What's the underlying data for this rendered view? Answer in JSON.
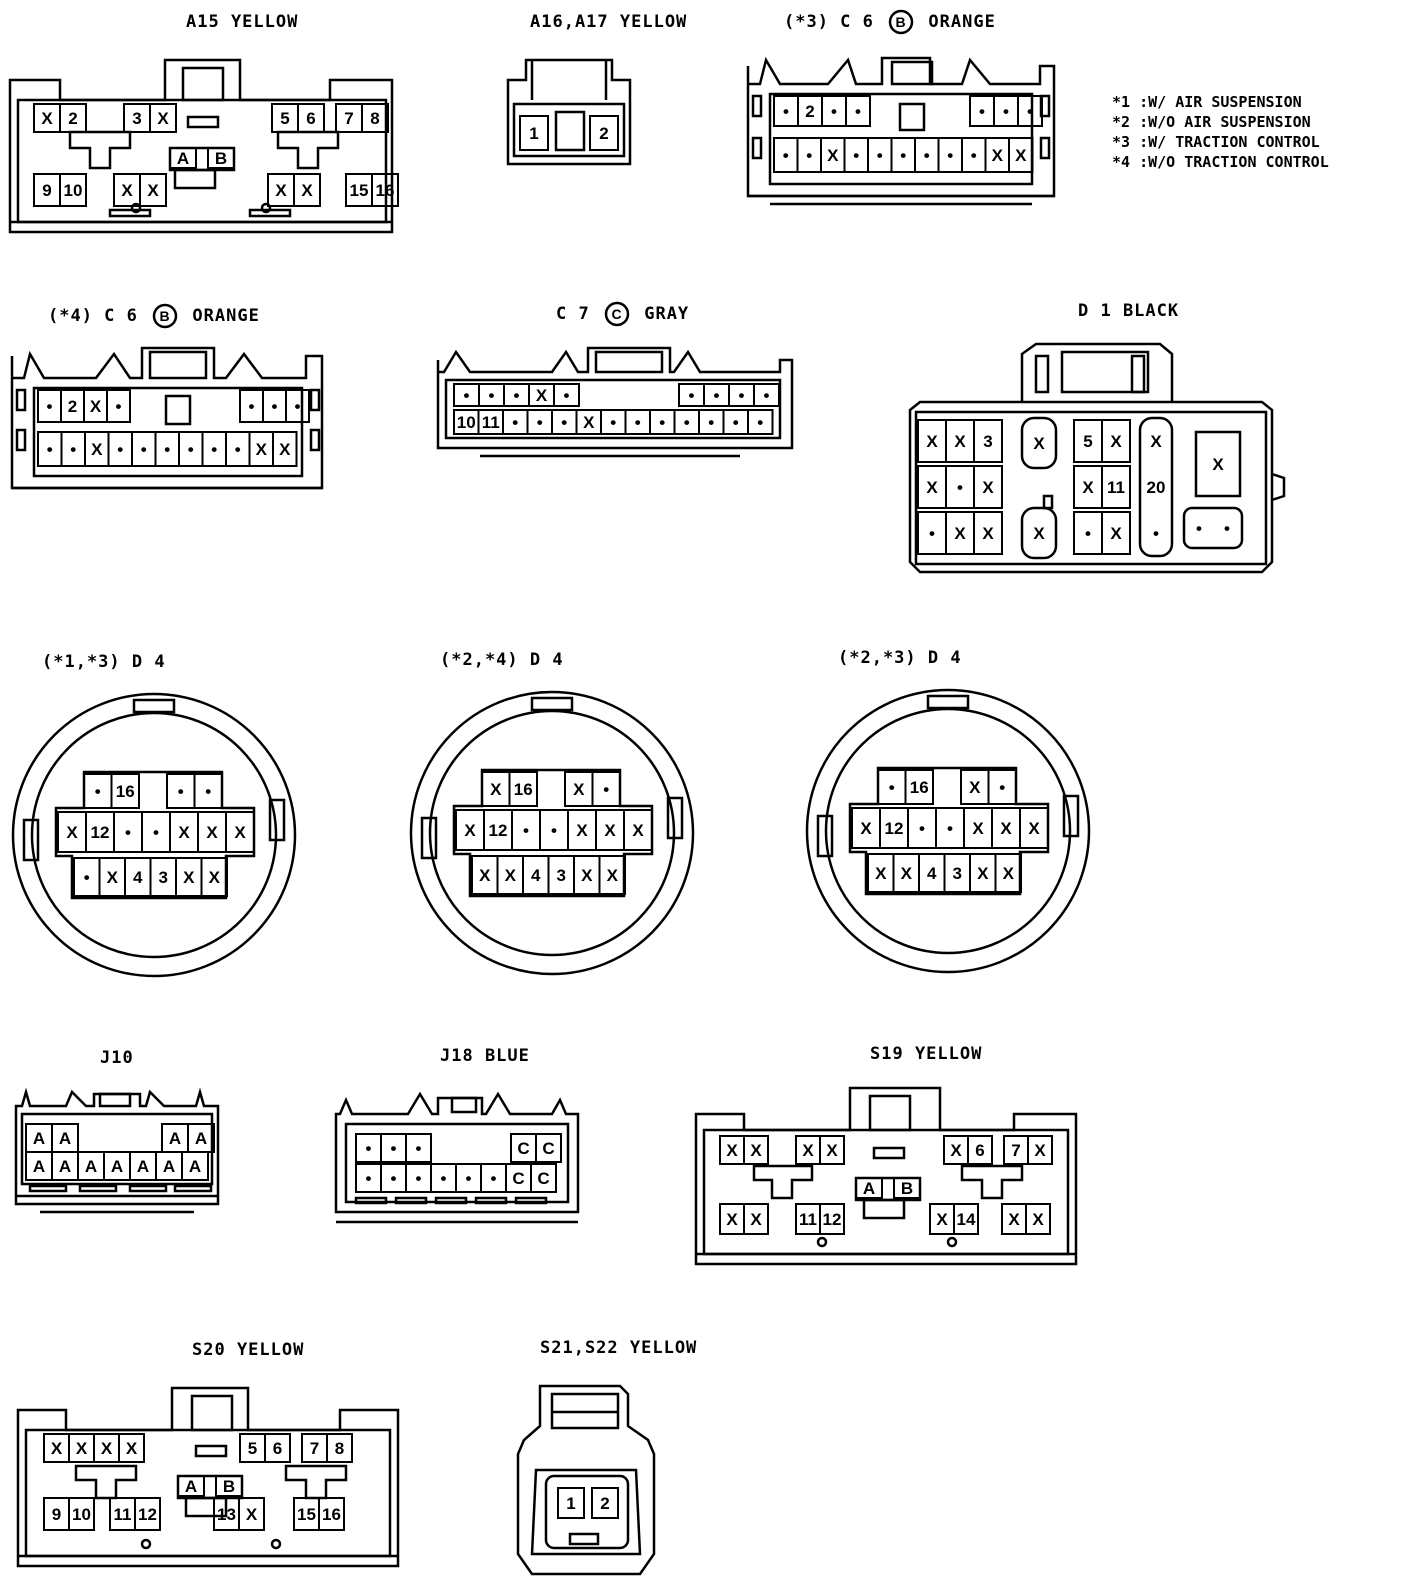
{
  "colors": {
    "line": "#000000",
    "background": "#ffffff"
  },
  "connectors": {
    "a15": {
      "title": "A15 YELLOW",
      "top": [
        "X",
        "2",
        "3",
        "X",
        "5",
        "6",
        "7",
        "8"
      ],
      "mid": [
        "A",
        "B"
      ],
      "bottom": [
        "9",
        "10",
        "X",
        "X",
        "X",
        "X",
        "15",
        "16"
      ]
    },
    "a16": {
      "title": "A16,A17  YELLOW",
      "pins": [
        "1",
        "2"
      ]
    },
    "c6_3": {
      "title_pre": "(*3) C 6",
      "circle": "B",
      "title_post": "ORANGE",
      "row1": [
        "•",
        "2",
        "•",
        "•",
        "•",
        "•",
        "•"
      ],
      "row2": [
        "•",
        "•",
        "X",
        "•",
        "•",
        "•",
        "•",
        "•",
        "•",
        "X",
        "X"
      ]
    },
    "notes": [
      "*1 :W/ AIR SUSPENSION",
      "*2 :W/O AIR SUSPENSION",
      "*3 :W/ TRACTION CONTROL",
      "*4 :W/O TRACTION CONTROL"
    ],
    "c6_4": {
      "title_pre": "(*4) C 6",
      "circle": "B",
      "title_post": "ORANGE",
      "row1": [
        "•",
        "2",
        "X",
        "•",
        "•",
        "•",
        "•"
      ],
      "row2": [
        "•",
        "•",
        "X",
        "•",
        "•",
        "•",
        "•",
        "•",
        "•",
        "X",
        "X"
      ]
    },
    "c7": {
      "title_pre": "C 7",
      "circle": "C",
      "title_post": "GRAY",
      "row1": [
        "•",
        "•",
        "•",
        "X",
        "•",
        "•",
        "•",
        "•",
        "•"
      ],
      "row2": [
        "10",
        "11",
        "•",
        "•",
        "•",
        "X",
        "•",
        "•",
        "•",
        "•",
        "•",
        "•",
        "•"
      ]
    },
    "d1": {
      "title": "D 1  BLACK",
      "left": [
        "X",
        "X",
        "3",
        "X",
        "•",
        "X",
        "•",
        "X",
        "X"
      ],
      "mid": [
        "X",
        "X"
      ],
      "right": [
        "5",
        "X",
        "X",
        "11",
        "•",
        "X"
      ],
      "col": [
        "X",
        "20",
        "•"
      ],
      "side": [
        "X"
      ],
      "pair": [
        "•",
        "•"
      ]
    },
    "d4_13": {
      "title": "(*1,*3) D 4",
      "r1": [
        "•",
        "16",
        "•",
        "•"
      ],
      "r2": [
        "X",
        "12",
        "•",
        "•",
        "X",
        "X",
        "X"
      ],
      "r3": [
        "•",
        "X",
        "4",
        "3",
        "X",
        "X"
      ]
    },
    "d4_24": {
      "title": "(*2,*4) D 4",
      "r1": [
        "X",
        "16",
        "X",
        "•"
      ],
      "r2": [
        "X",
        "12",
        "•",
        "•",
        "X",
        "X",
        "X"
      ],
      "r3": [
        "X",
        "X",
        "4",
        "3",
        "X",
        "X"
      ]
    },
    "d4_23": {
      "title": "(*2,*3) D 4",
      "r1": [
        "•",
        "16",
        "X",
        "•"
      ],
      "r2": [
        "X",
        "12",
        "•",
        "•",
        "X",
        "X",
        "X"
      ],
      "r3": [
        "X",
        "X",
        "4",
        "3",
        "X",
        "X"
      ]
    },
    "j10": {
      "title": "J10",
      "row1": [
        "A",
        "A",
        "A",
        "A"
      ],
      "row2": [
        "A",
        "A",
        "A",
        "A",
        "A",
        "A",
        "A"
      ]
    },
    "j18": {
      "title": "J18  BLUE",
      "row1": [
        "•",
        "•",
        "•",
        "C",
        "C"
      ],
      "row2": [
        "•",
        "•",
        "•",
        "•",
        "•",
        "•",
        "C",
        "C"
      ]
    },
    "s19": {
      "title": "S19  YELLOW",
      "top": [
        "X",
        "X",
        "X",
        "X",
        "X",
        "6",
        "7",
        "X"
      ],
      "mid": [
        "A",
        "B"
      ],
      "bottom": [
        "X",
        "X",
        "11",
        "12",
        "X",
        "14",
        "X",
        "X"
      ]
    },
    "s20": {
      "title": "S20  YELLOW",
      "top": [
        "X",
        "X",
        "X",
        "X",
        "5",
        "6",
        "7",
        "8"
      ],
      "mid": [
        "A",
        "B"
      ],
      "bottom": [
        "9",
        "10",
        "11",
        "12",
        "13",
        "X",
        "15",
        "16"
      ]
    },
    "s21": {
      "title": "S21,S22  YELLOW",
      "pins": [
        "1",
        "2"
      ]
    }
  }
}
